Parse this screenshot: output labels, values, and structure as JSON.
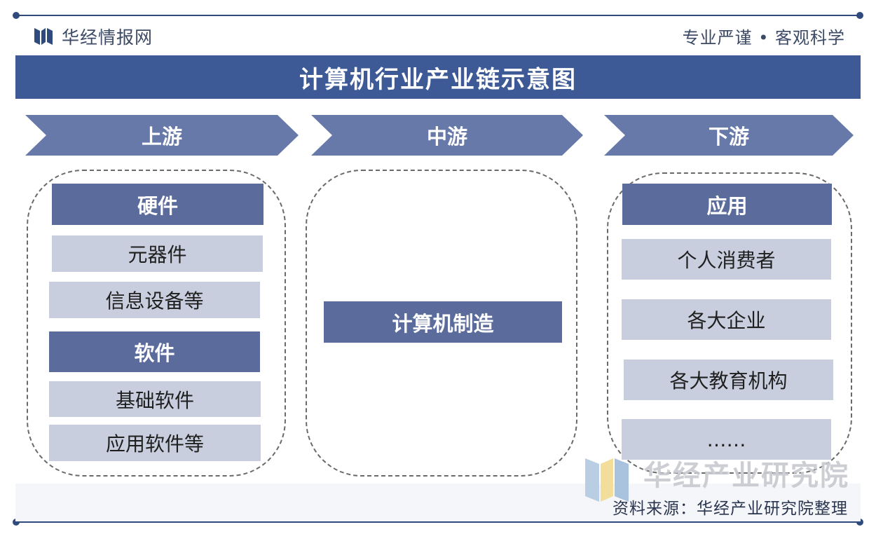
{
  "header": {
    "brand_name": "华经情报网",
    "slogan": "专业严谨 • 客观科学"
  },
  "title": "计算机行业产业链示意图",
  "stages": {
    "upstream": "上游",
    "midstream": "中游",
    "downstream": "下游"
  },
  "upstream": {
    "hardware": {
      "heading": "硬件",
      "items": [
        "元器件",
        "信息设备等"
      ]
    },
    "software": {
      "heading": "软件",
      "items": [
        "基础软件",
        "应用软件等"
      ]
    }
  },
  "midstream": {
    "item": "计算机制造"
  },
  "downstream": {
    "heading": "应用",
    "items": [
      "个人消费者",
      "各大企业",
      "各大教育机构",
      "……"
    ]
  },
  "watermark": {
    "name": "华经产业研究院"
  },
  "source": "资料来源：华经产业研究院整理",
  "colors": {
    "frame": "#2f4a7c",
    "title_bar": "#3d5a96",
    "stage_arrow": "#6679a8",
    "heading_box": "#5b6c9c",
    "item_box": "#c8cedd"
  }
}
